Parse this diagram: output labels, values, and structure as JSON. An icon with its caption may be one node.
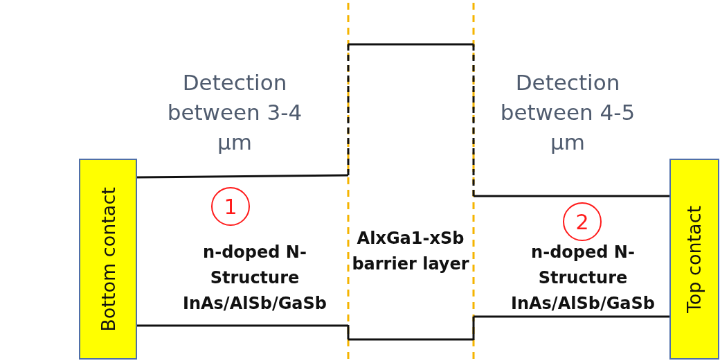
{
  "diagram": {
    "nodes": [
      {
        "text": [
          "Bottom contact"
        ]
      },
      {
        "text": [
          "1"
        ]
      },
      {
        "text": [
          "2"
        ]
      },
      {
        "text": [
          "Top contact"
        ]
      }
    ],
    "labels": [
      "Detection between 3-4 μm",
      "Detection between 4-5 μm",
      "n-doped N-Structure InAs/AlSb/GaSb",
      "AlxGa1-xSb barrier layer",
      "n-doped N-Structure InAs/AlSb/GaSb"
    ]
  }
}
